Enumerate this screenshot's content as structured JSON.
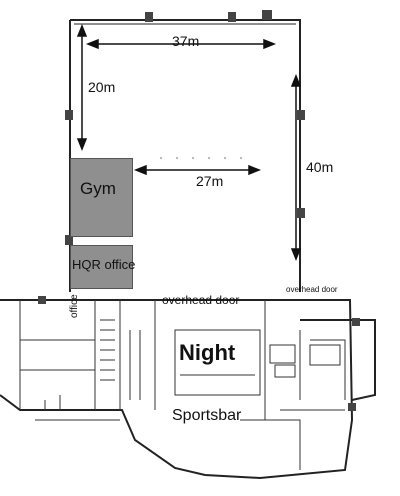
{
  "floorplan": {
    "dimensions": {
      "top_width": "37m",
      "left_height": "20m",
      "mid_width": "27m",
      "right_height": "40m"
    },
    "rooms": {
      "gym": "Gym",
      "hqr_office": "HQR office",
      "night": "Night",
      "sportsbar": "Sportsbar",
      "office": "office"
    },
    "annotations": {
      "overhead_door_main": "overhead door",
      "overhead_door_right": "overhead door"
    },
    "colors": {
      "room_fill": "#8f8f8f",
      "wall": "#222222",
      "background": "#ffffff"
    }
  }
}
